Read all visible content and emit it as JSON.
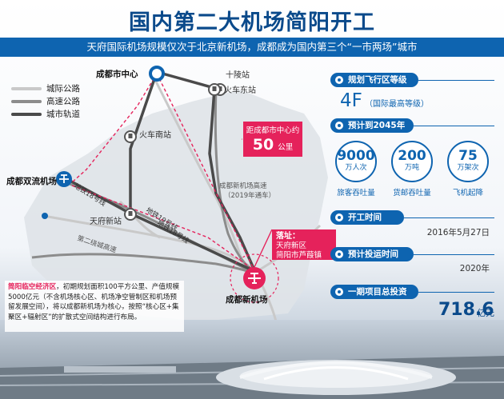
{
  "header": {
    "title": "国内第二大机场简阳开工",
    "subtitle": "天府国际机场规模仅次于北京新机场，成都成为国内第三个“一市两场”城市"
  },
  "legend": [
    {
      "label": "城际公路",
      "color": "#c9c9c9"
    },
    {
      "label": "高速公路",
      "color": "#8c8c8c"
    },
    {
      "label": "城市轨道",
      "color": "#4a4a4a"
    }
  ],
  "map": {
    "city_center": "成都市中心",
    "shuangliu": "成都双流机场",
    "new_airport": "成都新机场",
    "stations": {
      "shiling": "十陵站",
      "east": "火车东站",
      "south": "火车南站",
      "tianfu": "天府新站"
    },
    "rails": {
      "rail1": "地铁18号线",
      "rail2": "地铁19号线",
      "rail3": "地铁18号线"
    },
    "roads": {
      "second_ring": "第二绕城高速",
      "expressway": "成都新机场高速",
      "expressway_note": "（2019年通车）"
    },
    "distance": {
      "label": "距成都市中心约",
      "value": "50",
      "unit": "公里"
    },
    "site": {
      "label": "落址：",
      "line1": "天府新区",
      "line2": "简阳市芦葭镇"
    }
  },
  "zone": {
    "title": "简阳临空经济区",
    "text": "，初期规划面积100平方公里、产值规模5000亿元（不含机场核心区、机场净空管制区和机场预留发展空间），将以成都新机场为核心，按照“核心区+集聚区+辐射区”的扩散式空间结构进行布局。"
  },
  "panel": {
    "grade_label": "规划飞行区等级",
    "grade_value": "4F",
    "grade_note": "（国际最高等级）",
    "forecast_label": "预计到2045年",
    "stats": [
      {
        "num": "9000",
        "unit": "万人次",
        "caption": "旅客吞吐量"
      },
      {
        "num": "200",
        "unit": "万吨",
        "caption": "货邮吞吐量"
      },
      {
        "num": "75",
        "unit": "万架次",
        "caption": "飞机起降"
      }
    ],
    "start_label": "开工时间",
    "start_value": "2016年5月27日",
    "open_label": "预计投运时间",
    "open_value": "2020年",
    "invest_label": "一期项目总投资",
    "invest_value": "718.6",
    "invest_unit": "亿元"
  },
  "colors": {
    "blue": "#0e64b0",
    "dark_blue": "#0b4a8b",
    "accent_red": "#e5225b"
  }
}
